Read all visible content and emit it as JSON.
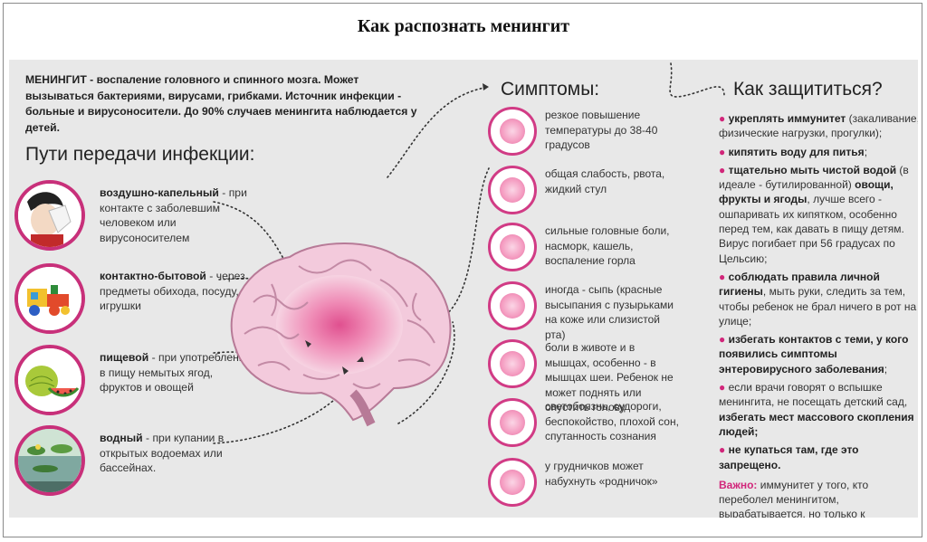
{
  "title": "Как распознать менингит",
  "intro": {
    "term": "МЕНИНГИТ",
    "text": " - воспаление головного и спинного мозга. Может вызываться бактериями, вирусами, грибками. Источник инфекции - больные и вирусоносители. До 90% случаев менингита наблюдается у детей."
  },
  "transmission": {
    "heading": "Пути передачи инфекции:",
    "items": [
      {
        "name": "воздушно-капельный",
        "desc": " - при контакте с заболевшим человеком или вирусоносителем",
        "icon": "sneezing-person-icon"
      },
      {
        "name": "контактно-бытовой",
        "desc": " - через предметы обихода, посуду, игрушки",
        "icon": "toy-train-icon"
      },
      {
        "name": "пищевой",
        "desc": " - при употреблении в пищу немытых ягод, фруктов и овощей",
        "icon": "fruits-icon"
      },
      {
        "name": "водный",
        "desc": " - при купании в открытых водоемах или бассейнах.",
        "icon": "pond-icon"
      }
    ]
  },
  "symptoms": {
    "heading": "Симптомы:",
    "items": [
      "резкое повышение температуры до 38-40 градусов",
      "общая слабость, рвота, жидкий стул",
      "сильные головные боли, насморк, кашель, воспаление горла",
      "иногда - сыпь (красные высыпания с пузырьками на коже или слизистой рта)",
      "боли в животе и в мышцах, особенно - в мышцах шеи. Ребенок не может поднять или опустить голову",
      "светобоязнь, судороги, беспокойство, плохой сон, спутанность сознания",
      "у грудничков может набухнуть «родничок»"
    ]
  },
  "protection": {
    "heading": "Как защититься?",
    "items": [
      {
        "bold": "укреплять иммунитет",
        "rest": " (закаливание, физические нагрузки, прогулки);"
      },
      {
        "bold": "кипятить воду для питья",
        "rest": ";"
      },
      {
        "bold": "тщательно мыть чистой водой",
        "rest": " (в идеале - бутилированной) ",
        "bold2": "овощи, фрукты и ягоды",
        "rest2": ", лучше всего - ошпаривать их кипятком, особенно перед тем, как давать в пищу детям. Вирус погибает при 56 градусах по Цельсию;"
      },
      {
        "bold": "соблюдать правила личной гигиены",
        "rest": ", мыть руки, следить за тем, чтобы ребенок не брал ничего в рот на улице;"
      },
      {
        "bold": "избегать контактов с теми, у кого появились симптомы энтеровирусного заболевания",
        "rest": ";"
      },
      {
        "bold": "",
        "rest": "если врачи говорят о вспышке менингита, не посещать детский сад, ",
        "bold2": "избегать мест массового скопления людей;",
        "rest2": ""
      },
      {
        "bold": "не купаться там, где это запрещено.",
        "rest": ""
      }
    ],
    "note_label": "Важно:",
    "note_text": " иммунитет у того, кто переболел менингитом, вырабатывается, но только к конкретному типу вируса, а их более сотни."
  },
  "colors": {
    "accent": "#d1267a",
    "background": "#e8e8e8",
    "brain": "#f2c6da"
  }
}
